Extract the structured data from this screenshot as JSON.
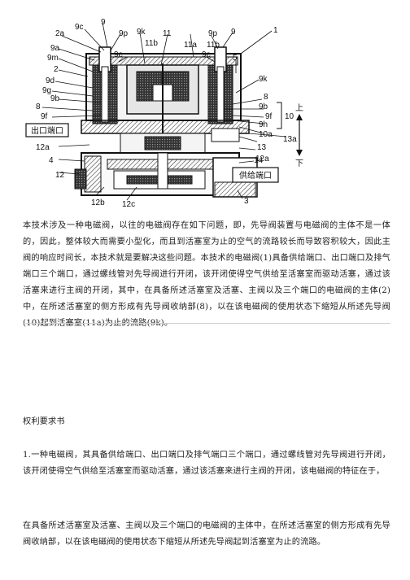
{
  "figure": {
    "labels": {
      "l2a": "2a",
      "l9c": "9c",
      "l9top": "9",
      "l9p": "9p",
      "l9k": "9k",
      "l11": "11",
      "l11b": "11b",
      "l11a": "11a",
      "l11b2": "11b",
      "l9p2": "9p",
      "l9r": "9",
      "l1": "1",
      "l9a": "9a",
      "l9m": "9m",
      "l9e": "9e",
      "l9e2": "9e",
      "l5": "5",
      "l9k2": "9k",
      "l2": "2",
      "l9d": "9d",
      "l9g": "9g",
      "l9b": "9b",
      "l8": "8",
      "l9f": "9f",
      "l8r": "8",
      "l9br": "9b",
      "l9fr": "9f",
      "l9h": "9h",
      "l10a": "10a",
      "l10": "10",
      "l13a": "13a",
      "l13": "13",
      "l12a": "12a",
      "l12ar": "12a",
      "l4": "4",
      "l14": "14",
      "l12": "12",
      "l3": "3",
      "l12b": "12b",
      "l12c": "12c"
    },
    "outlet_port": "出口端口",
    "supply_port": "供给端口",
    "dir_up": "上",
    "dir_down": "下"
  },
  "abstract": "本技术涉及一种电磁阀，以往的电磁阀存在如下问题，即，先导阀装置与电磁阀的主体不是一体的，因此，整体较大而需要小型化，而且到活塞室为止的空气的流路较长而导致容积较大，因此主阀的响应时间长，本技术就是要解决这些问题。本技术的电磁阀(1)具备供给端口、出口端口及排气端口三个端口，通过螺线管对先导阀进行开闭，该开闭使得空气供给至活塞室而驱动活塞，通过该活塞来进行主阀的开闭，其中，在具备所述活塞室及活塞、主阀以及三个端口的电磁阀的主体(2)中，在所述活塞室的侧方形成有先导阀收纳部(8)，以在该电磁阀的使用状态下缩短从所述先导阀(10)起到活塞室(11a)为止的流路(9k)。",
  "claims_title": "权利要求书",
  "claim1": "1.一种电磁阀，其具备供给端口、出口端口及排气端口三个端口，通过螺线管对先导阀进行开闭，该开闭使得空气供给至活塞室而驱动活塞，通过该活塞来进行主阀的开闭，该电磁阀的特征在于，",
  "claim1_body": "在具备所述活塞室及活塞、主阀以及三个端口的电磁阀的主体中，在所述活塞室的侧方形成有先导阀收纳部，以在该电磁阀的使用状态下缩短从所述先导阀起到活塞室为止的流路。"
}
